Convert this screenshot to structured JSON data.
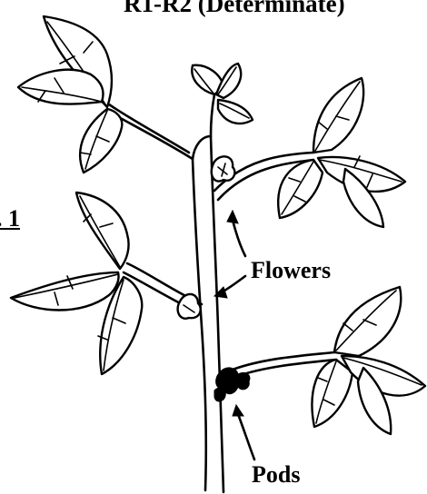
{
  "title": "R1-R2 (Determinate)",
  "figure_ref": ". 1",
  "labels": {
    "flowers": "Flowers",
    "pods": "Pods"
  },
  "colors": {
    "ink": "#000000",
    "background": "#ffffff"
  }
}
